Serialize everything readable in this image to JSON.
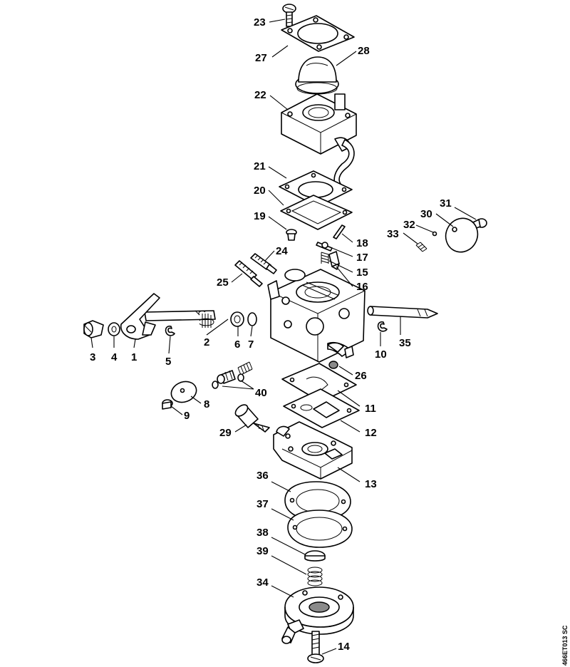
{
  "reference_code": "466ET013 SC",
  "labels": {
    "p23": "23",
    "p27": "27",
    "p28": "28",
    "p22": "22",
    "p21": "21",
    "p20": "20",
    "p19": "19",
    "p18": "18",
    "p17": "17",
    "p15": "15",
    "p16": "16",
    "p24": "24",
    "p25": "25",
    "p31": "31",
    "p30": "30",
    "p32": "32",
    "p33": "33",
    "p3": "3",
    "p4": "4",
    "p1": "1",
    "p5": "5",
    "p2": "2",
    "p6": "6",
    "p7": "7",
    "p10": "10",
    "p35": "35",
    "p26": "26",
    "p40": "40",
    "p11": "11",
    "p8": "8",
    "p9": "9",
    "p29": "29",
    "p12": "12",
    "p13": "13",
    "p36": "36",
    "p37": "37",
    "p38": "38",
    "p39": "39",
    "p34": "34",
    "p14": "14"
  }
}
